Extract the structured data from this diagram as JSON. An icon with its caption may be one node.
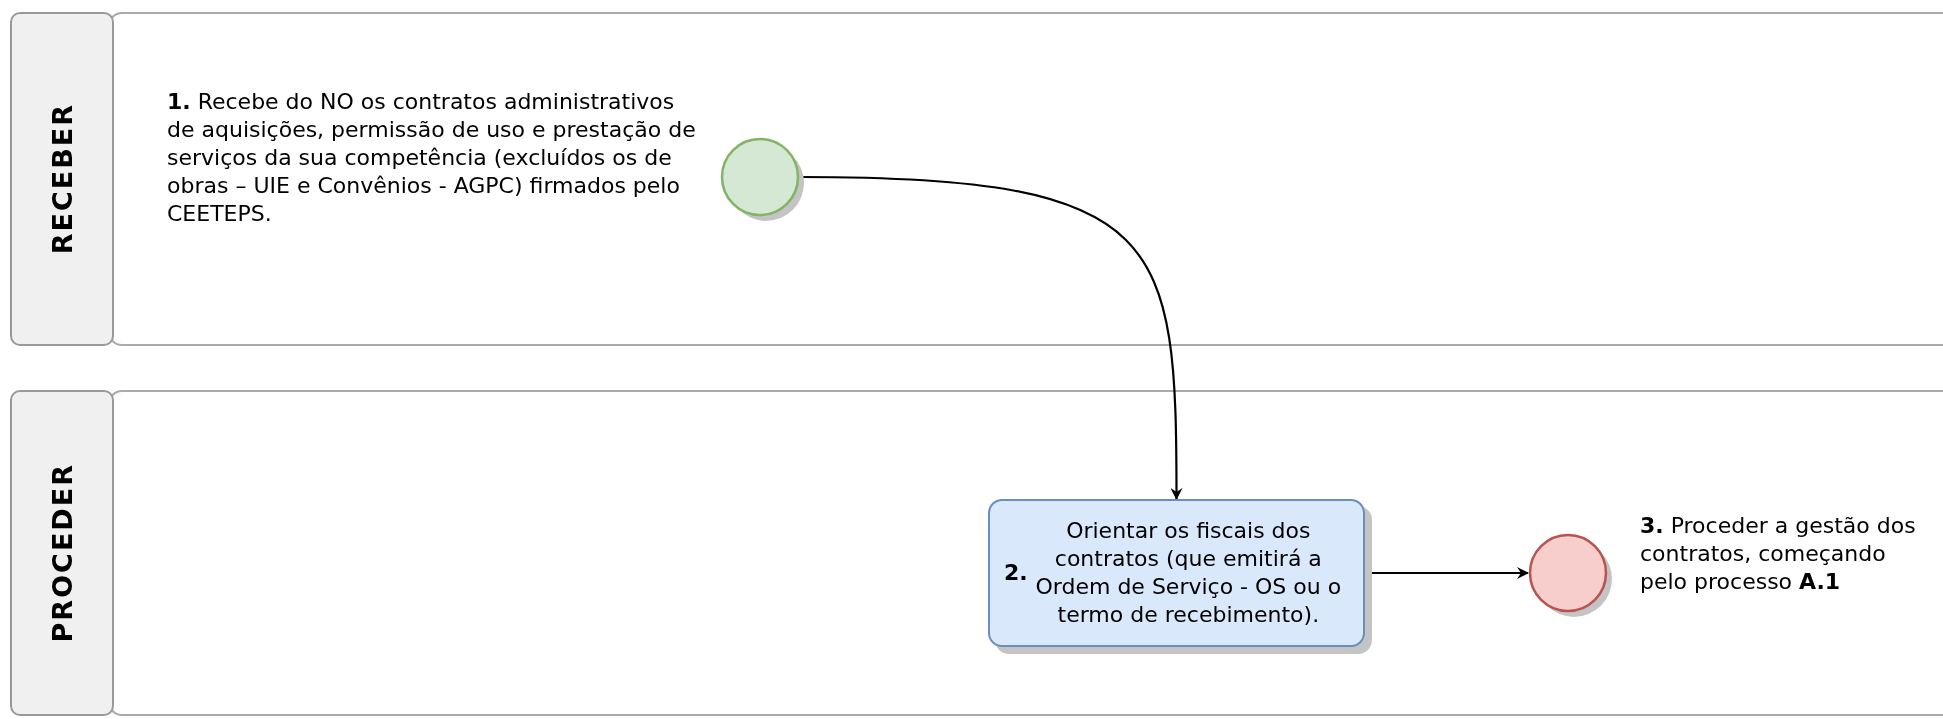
{
  "diagram": {
    "nodes": [
      {
        "text": [
          "RECEBER"
        ]
      },
      {
        "text": [],
        "shape": "circle",
        "in": 0,
        "beside": [
          "**1.** Recebe do NO os contratos administrativos de aquisições, permissão de uso e prestação de serviços da sua competência (excluídos os de obras – UIE e Convênios - AGPC) firmados pelo CEETEPS."
        ]
      },
      {
        "text": [
          "PROCEDER"
        ]
      },
      {
        "text": [
          "**2.** Orientar os fiscais dos contratos (que emitirá a Ordem de Serviço - OS ou o termo de recebimento)."
        ],
        "in": 2
      },
      {
        "text": [],
        "shape": "circle",
        "in": 2,
        "beside": [
          "**3.** Proceder a gestão dos contratos, começando pelo processo **A.1**"
        ]
      }
    ],
    "edges": [
      {
        "from": 1,
        "to": 3,
        "arrow": "to"
      },
      {
        "from": 3,
        "to": 4,
        "arrow": "to"
      }
    ]
  }
}
